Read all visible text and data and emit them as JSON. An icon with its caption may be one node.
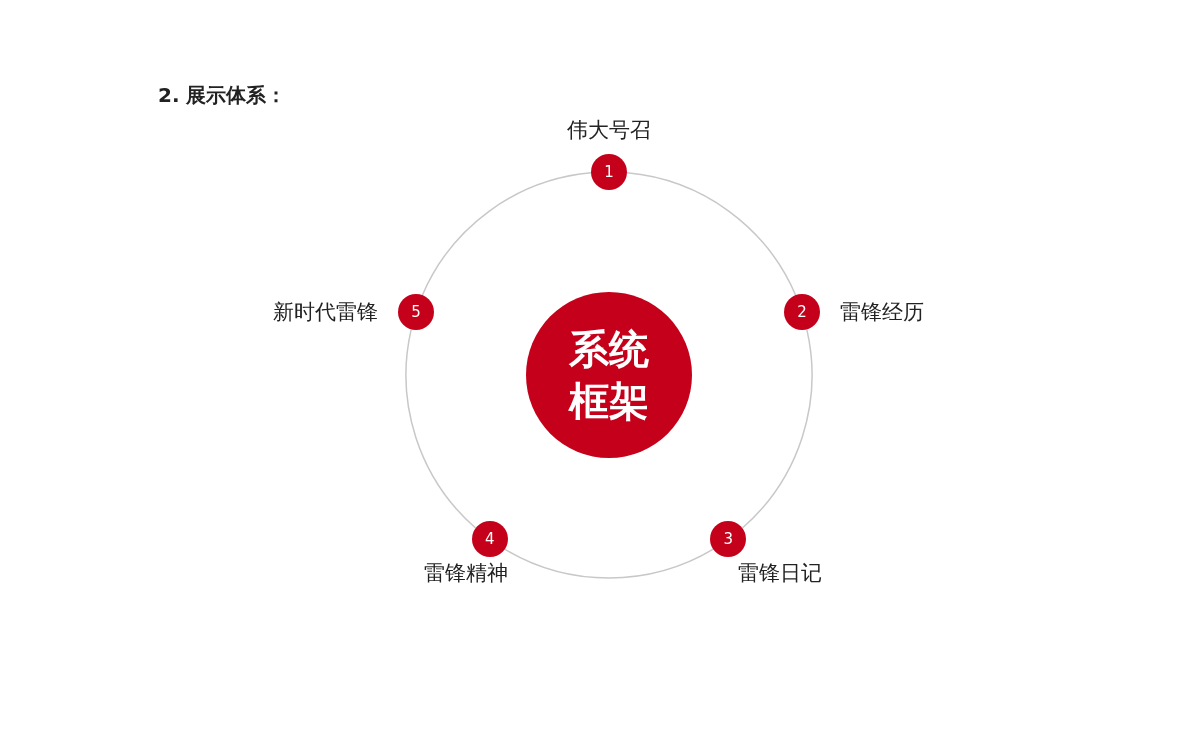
{
  "diagram": {
    "title": "2. 展示体系：",
    "nodes": [
      {
        "text": [
          "系统框架"
        ]
      },
      {
        "text": [
          "1"
        ],
        "beside": [
          "伟大号召"
        ]
      },
      {
        "text": [
          "2"
        ],
        "beside": [
          "雷锋经历"
        ]
      },
      {
        "text": [
          "3"
        ],
        "beside": [
          "雷锋日记"
        ]
      },
      {
        "text": [
          "4"
        ],
        "beside": [
          "雷锋精神"
        ]
      },
      {
        "text": [
          "5"
        ],
        "beside": [
          "新时代雷锋"
        ]
      }
    ],
    "edges": [
      {
        "from": 1,
        "to": 2,
        "arrow": "none"
      },
      {
        "from": 2,
        "to": 3,
        "arrow": "none"
      },
      {
        "from": 3,
        "to": 4,
        "arrow": "none"
      },
      {
        "from": 4,
        "to": 5,
        "arrow": "none"
      },
      {
        "from": 5,
        "to": 1,
        "arrow": "none"
      }
    ]
  }
}
